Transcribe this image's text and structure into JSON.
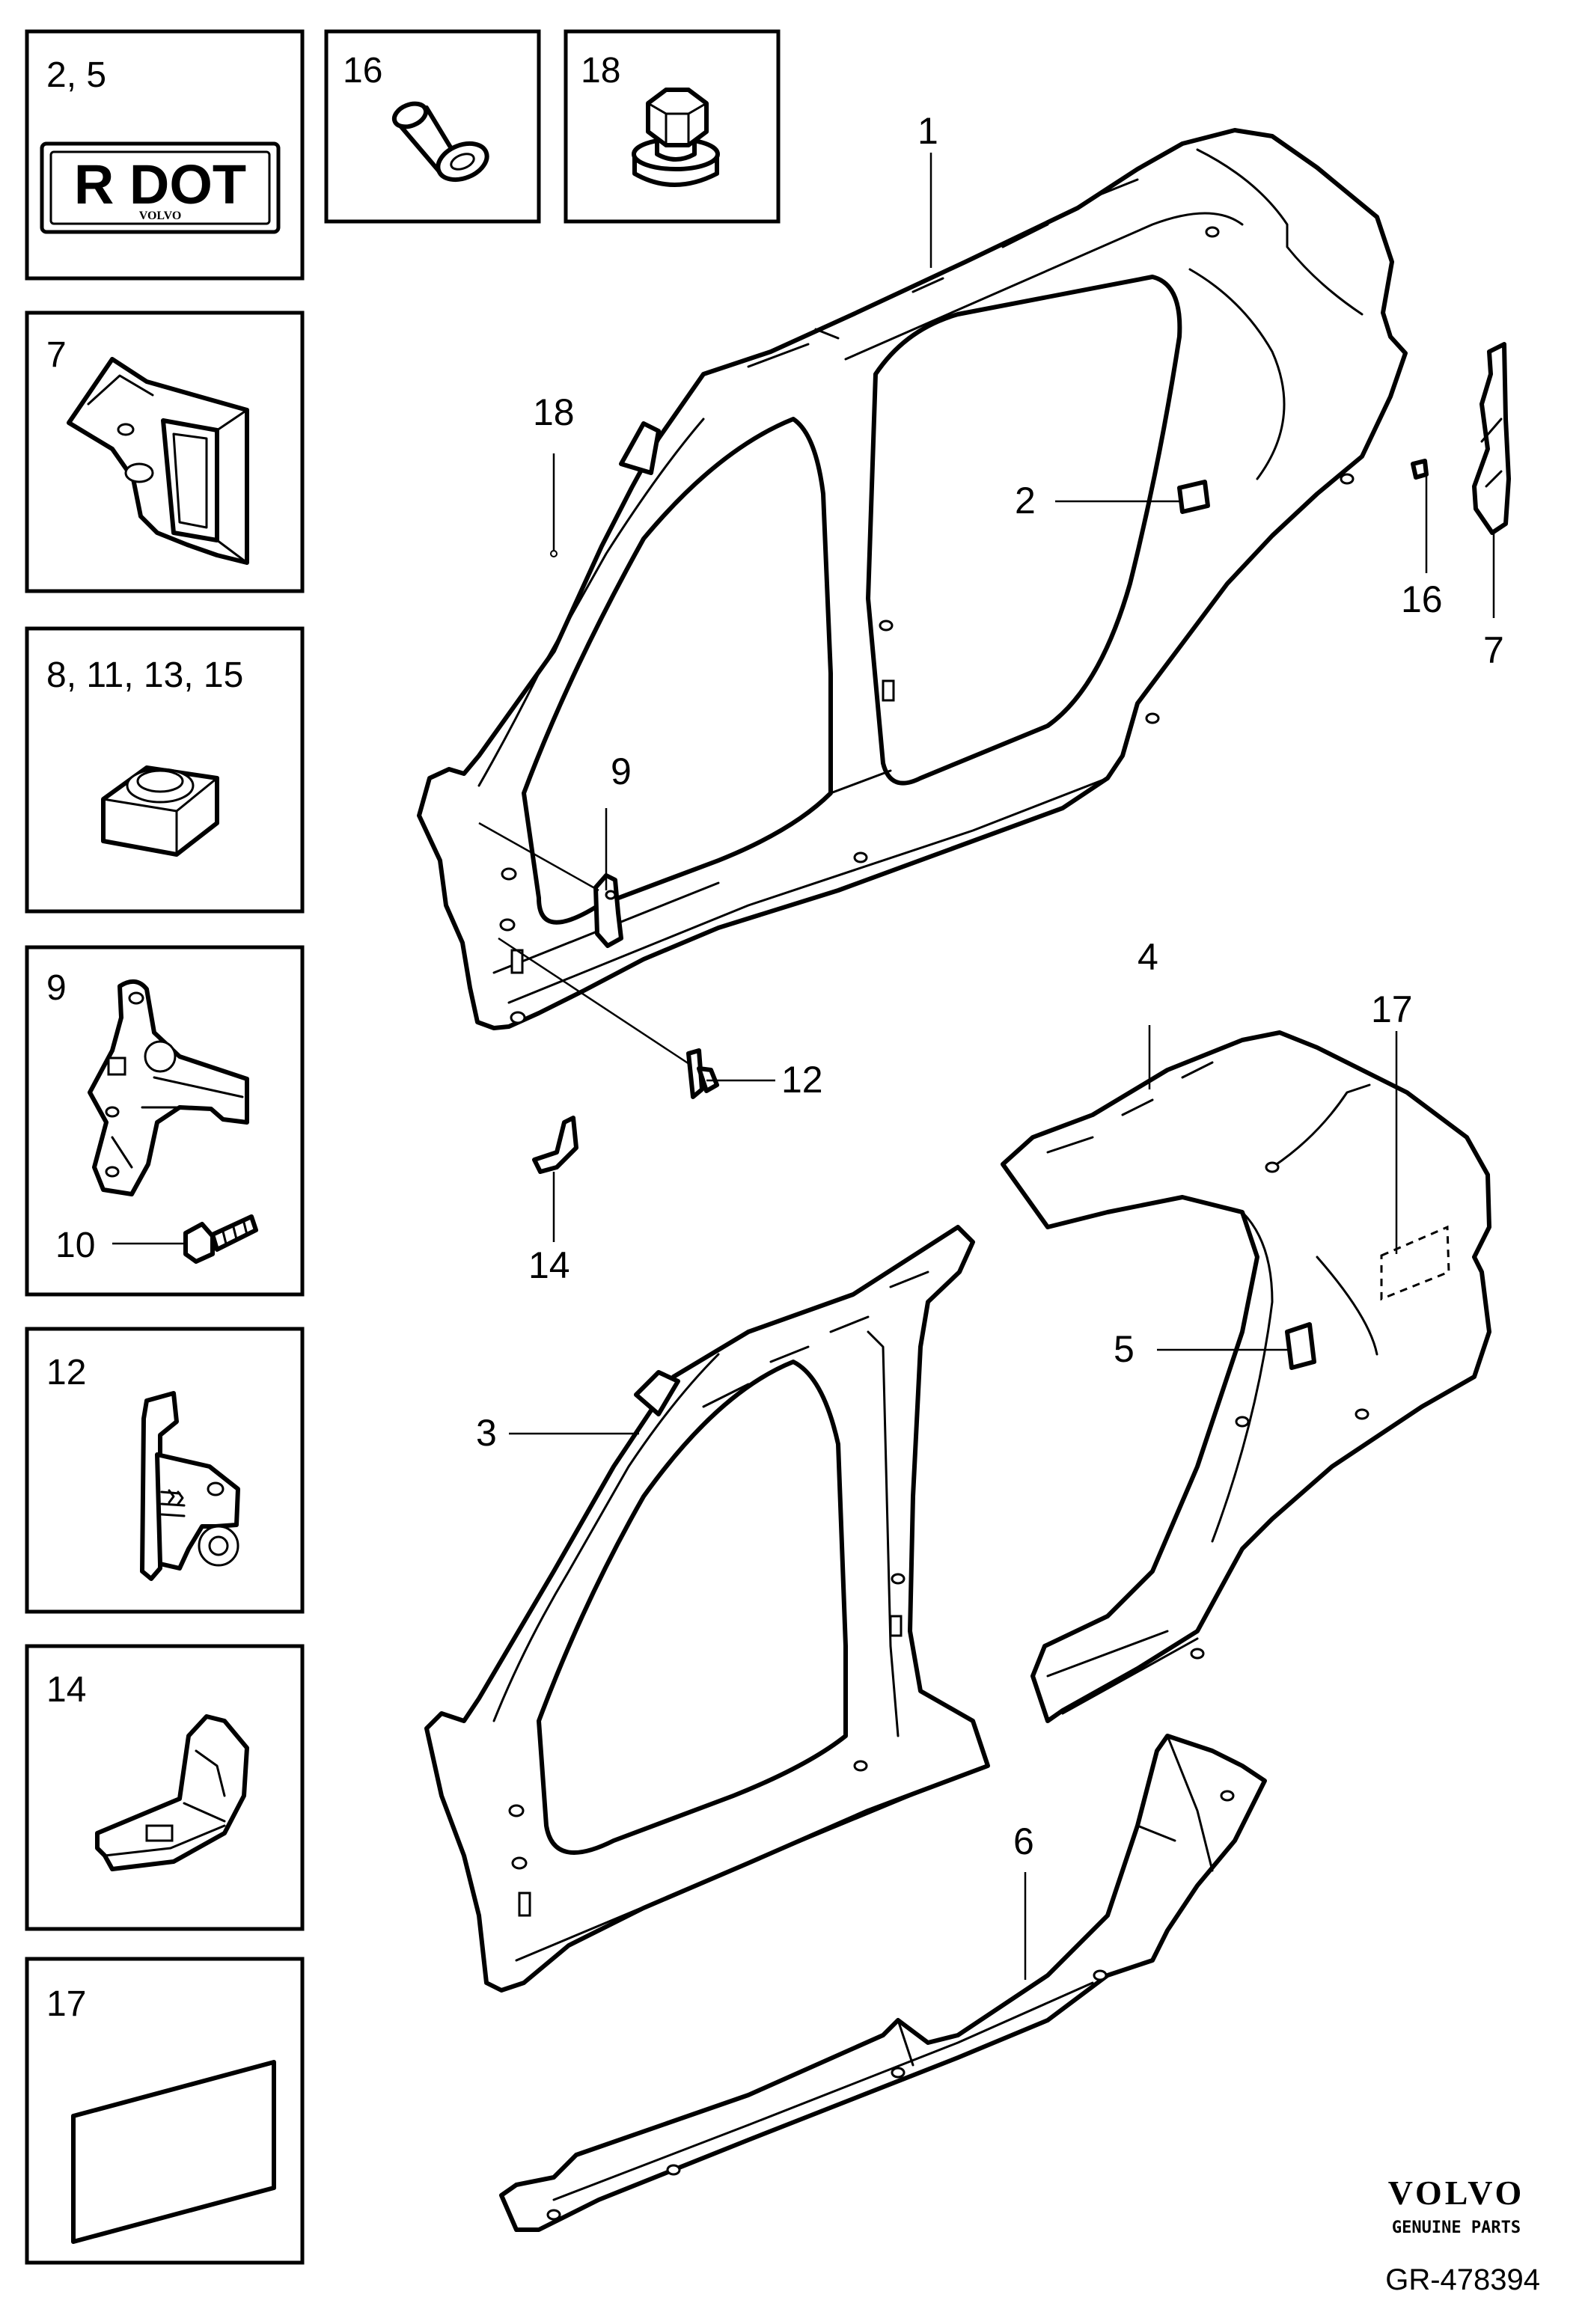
{
  "insets": {
    "box_2_5": {
      "label": "2, 5",
      "sticker_text": "R DOT",
      "sticker_brand": "VOLVO"
    },
    "box_16": {
      "label": "16"
    },
    "box_18": {
      "label": "18"
    },
    "box_7": {
      "label": "7"
    },
    "box_8": {
      "label": "8, 11, 13, 15"
    },
    "box_9": {
      "label": "9",
      "sub_label": "10"
    },
    "box_12": {
      "label": "12"
    },
    "box_14": {
      "label": "14"
    },
    "box_17": {
      "label": "17"
    }
  },
  "callouts": {
    "c1": "1",
    "c2": "2",
    "c3": "3",
    "c4": "4",
    "c5": "5",
    "c6": "6",
    "c7": "7",
    "c9": "9",
    "c12": "12",
    "c14": "14",
    "c16": "16",
    "c17": "17",
    "c18": "18"
  },
  "footer": {
    "brand": "VOLVO",
    "tagline": "GENUINE PARTS",
    "ref": "GR-478394"
  }
}
